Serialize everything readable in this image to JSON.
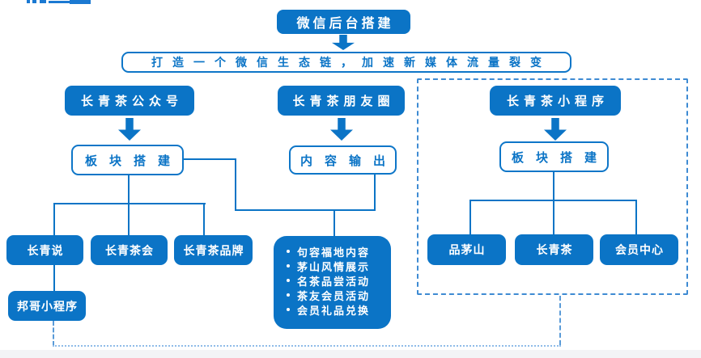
{
  "colors": {
    "primary_blue": "#0b74c6",
    "dashed_border_blue": "#3e8bd3",
    "dotted_connector_blue": "#8fbce8",
    "bottom_edge_gray": "#f3f4f6"
  },
  "nodes": {
    "root": "微信后台搭建",
    "tagline": "打造一个微信生态链，加速新媒体流量裂变",
    "gzh": "长青茶公众号",
    "pyq": "长青茶朋友圈",
    "xcx": "长青茶小程序",
    "gzh_child": "板块搭建",
    "pyq_child": "内容输出",
    "xcx_child": "板块搭建",
    "gzh_leaves": [
      "长青说",
      "长青茶会",
      "长青茶品牌"
    ],
    "gzh_sub_leaf": "邦哥小程序",
    "pyq_bullets": [
      "句容福地内容",
      "茅山风情展示",
      "名茶品尝活动",
      "茶友会员活动",
      "会员礼品兑换"
    ],
    "xcx_leaves": [
      "品茅山",
      "长青茶",
      "会员中心"
    ]
  }
}
